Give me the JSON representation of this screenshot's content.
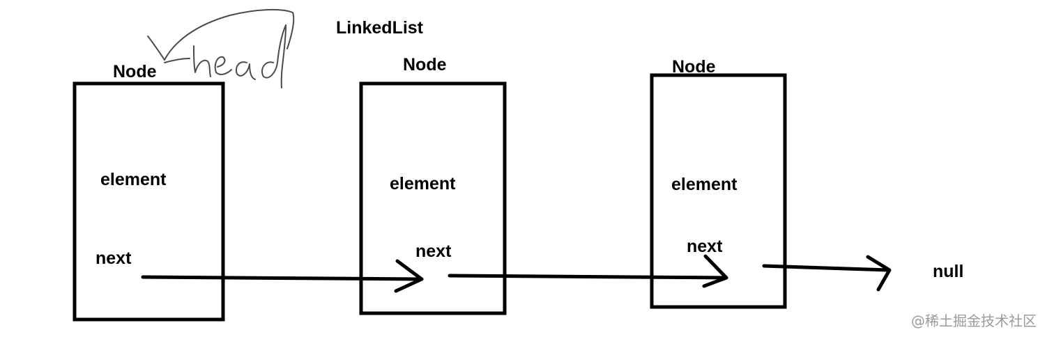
{
  "title": "LinkedList",
  "annotation": "head",
  "nodes": [
    {
      "heading": "Node",
      "element_label": "element",
      "next_label": "next"
    },
    {
      "heading": "Node",
      "element_label": "element",
      "next_label": "next"
    },
    {
      "heading": "Node",
      "element_label": "element",
      "next_label": "next"
    }
  ],
  "terminal": "null",
  "watermark": "@稀土掘金技术社区",
  "colors": {
    "stroke": "#000000",
    "annotation": "#4a4a4a",
    "watermark": "#9a9a9a"
  }
}
